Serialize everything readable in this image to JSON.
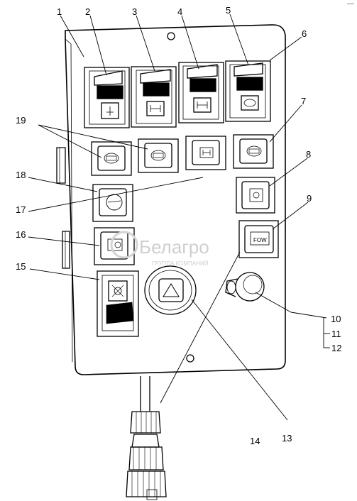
{
  "corner_mark": "—",
  "watermark": {
    "main": "Белагро",
    "sub": "ГРУППА КОМПАНИЙ"
  },
  "callouts": [
    "1",
    "2",
    "3",
    "4",
    "5",
    "6",
    "7",
    "8",
    "9",
    "10",
    "11",
    "12",
    "13",
    "14",
    "15",
    "16",
    "17",
    "18",
    "19"
  ],
  "button_text": {
    "fow": "FOW"
  },
  "icons": [
    "cab-light-icon",
    "front-axle-icon",
    "rear-axle-icon",
    "diff-lock-icon",
    "pto-icon",
    "warning-triangle-icon",
    "beacon-icon",
    "headlight-icon",
    "gauge-icon"
  ]
}
